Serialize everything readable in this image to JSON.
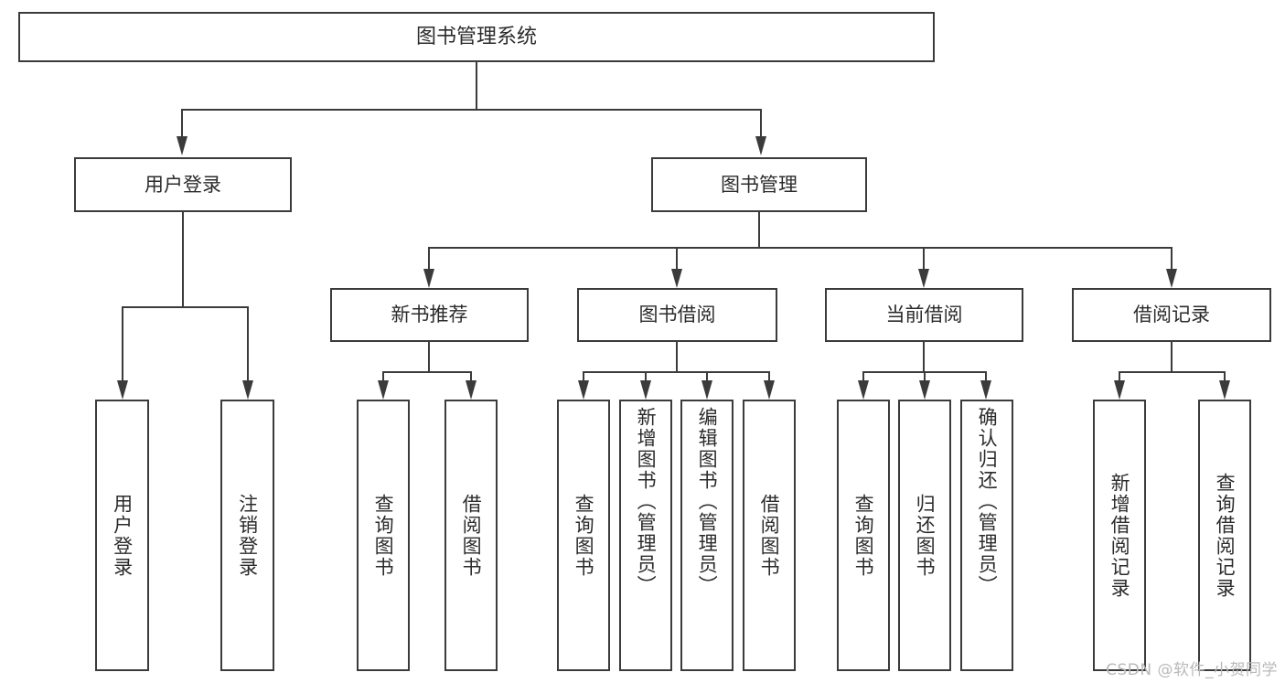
{
  "diagram": {
    "type": "tree",
    "title": "图书管理系统",
    "orientation": "top-down",
    "colors": {
      "box_border": "#3b3b3b",
      "box_fill": "#ffffff",
      "connector": "#3b3b3b",
      "text": "#2b2b2b",
      "background": "#ffffff",
      "watermark": "#b9b9b9"
    },
    "root": {
      "label": "图书管理系统"
    },
    "level1": [
      {
        "label": "用户登录"
      },
      {
        "label": "图书管理"
      }
    ],
    "level2": [
      {
        "label": "新书推荐"
      },
      {
        "label": "图书借阅"
      },
      {
        "label": "当前借阅"
      },
      {
        "label": "借阅记录"
      }
    ],
    "leaves": {
      "user_login": [
        {
          "label": "用户登录"
        },
        {
          "label": "注销登录"
        }
      ],
      "new_book_recommend": [
        {
          "label": "查询图书"
        },
        {
          "label": "借阅图书"
        }
      ],
      "book_borrow": [
        {
          "label": "查询图书"
        },
        {
          "label": "新增图书（管理员）"
        },
        {
          "label": "编辑图书（管理员）"
        },
        {
          "label": "借阅图书"
        }
      ],
      "current_borrow": [
        {
          "label": "查询图书"
        },
        {
          "label": "归还图书"
        },
        {
          "label": "确认归还（管理员）"
        }
      ],
      "borrow_record": [
        {
          "label": "新增借阅记录"
        },
        {
          "label": "查询借阅记录"
        }
      ]
    }
  },
  "watermark": {
    "text": "CSDN @软件_小贺同学"
  }
}
